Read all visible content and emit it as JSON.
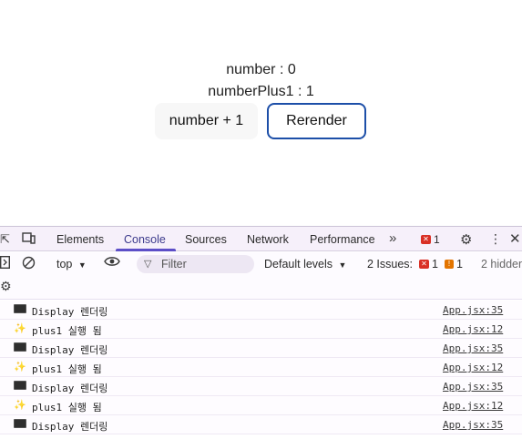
{
  "app": {
    "number_line": "number : 0",
    "number_plus_line": "numberPlus1 : 1",
    "plus_button": "number + 1",
    "rerender_button": "Rerender"
  },
  "devtools": {
    "tabs": {
      "elements": "Elements",
      "console": "Console",
      "sources": "Sources",
      "network": "Network",
      "performance": "Performance"
    },
    "more_tabs_glyph": "»",
    "error_count": "1",
    "toolbar": {
      "context": "top",
      "filter_placeholder": "Filter",
      "levels": "Default levels",
      "issues_label": "2 Issues:",
      "issues_errors": "1",
      "issues_warnings": "1",
      "hidden": "2 hidden"
    },
    "logs": [
      {
        "icon": "monitor-icon",
        "message": "Display 렌더링",
        "source": "App.jsx:35"
      },
      {
        "icon": "sparkle-icon",
        "message": "plus1 실행 됨",
        "source": "App.jsx:12"
      },
      {
        "icon": "monitor-icon",
        "message": "Display 렌더링",
        "source": "App.jsx:35"
      },
      {
        "icon": "sparkle-icon",
        "message": "plus1 실행 됨",
        "source": "App.jsx:12"
      },
      {
        "icon": "monitor-icon",
        "message": "Display 렌더링",
        "source": "App.jsx:35"
      },
      {
        "icon": "sparkle-icon",
        "message": "plus1 실행 됨",
        "source": "App.jsx:12"
      },
      {
        "icon": "monitor-icon",
        "message": "Display 렌더링",
        "source": "App.jsx:35"
      }
    ]
  },
  "colors": {
    "accent_tab": "#5c4ec7",
    "rerender_border": "#1d4fa8",
    "error_red": "#d93025",
    "warning_orange": "#e37400"
  }
}
